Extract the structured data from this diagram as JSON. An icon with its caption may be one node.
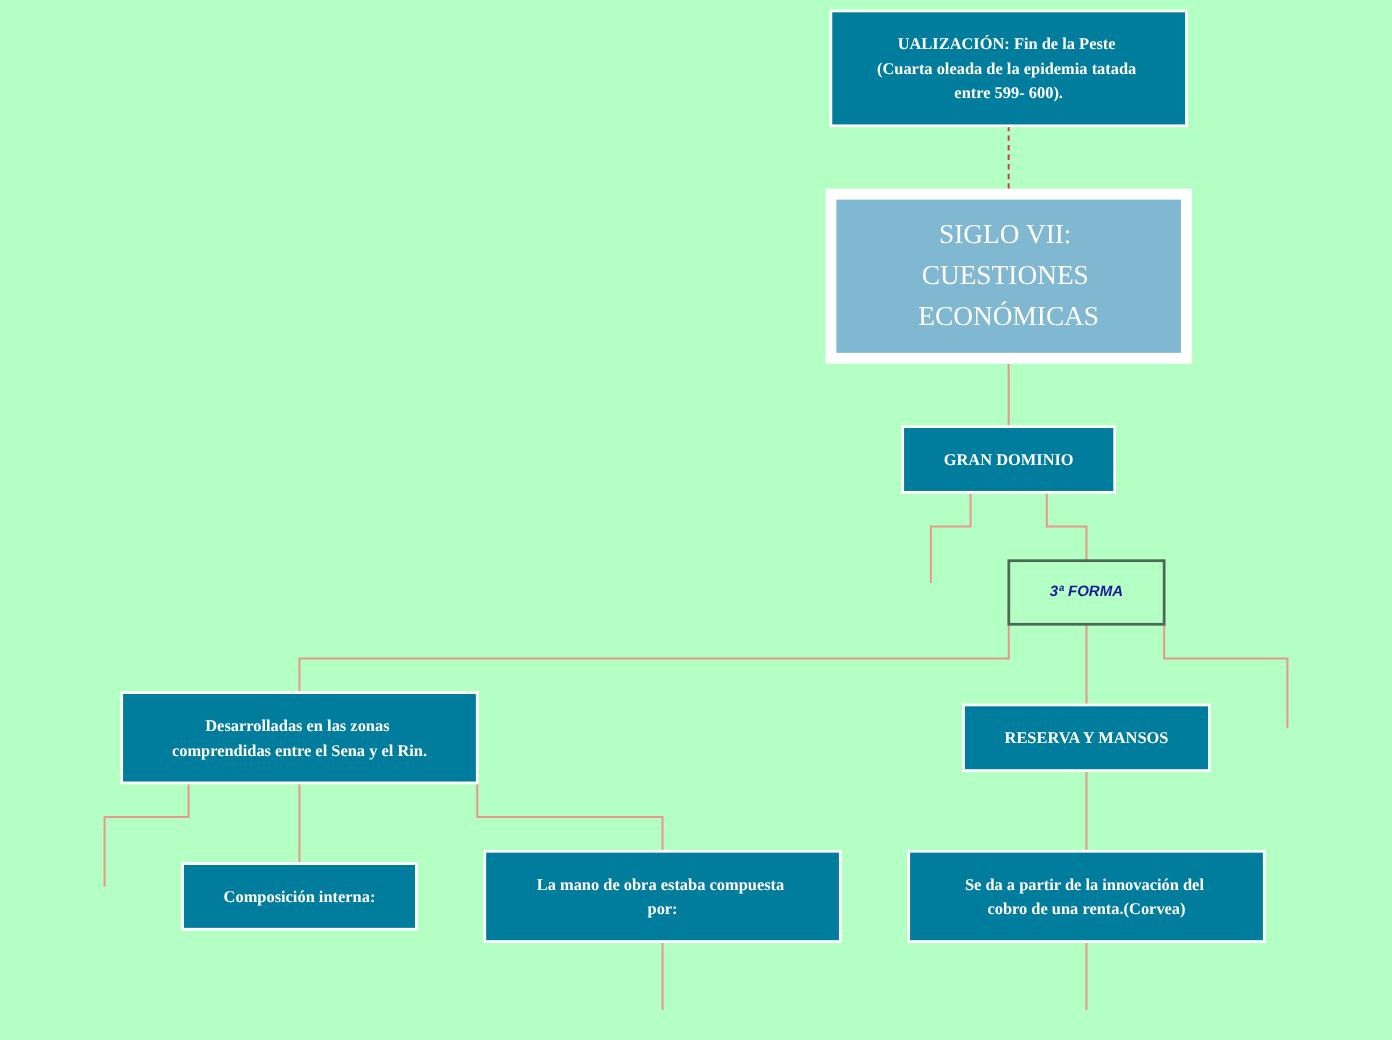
{
  "diagram": {
    "nodes": [
      {
        "text": [
          "SIGLO VII: CUESTIONES ECONÓMICAS"
        ]
      },
      {
        "text": [
          "UALIZACIÓN: Fin de la Peste (Cuarta oleada de la epidemia tatada entre 599- 600)."
        ]
      },
      {
        "text": [
          "GRAN DOMINIO"
        ]
      },
      {
        "text": [
          "3ª FORMA"
        ]
      },
      {
        "text": [
          "Desarrolladas en las zonas comprendidas entre el Sena y el Rin."
        ]
      },
      {
        "text": [
          "RESERVA Y MANSOS"
        ]
      },
      {
        "text": [
          "Se da a partir de la innovación del cobro de una renta.(Corvea)"
        ]
      },
      {
        "text": [
          "Composición interna:"
        ]
      },
      {
        "text": [
          "La mano de obra estaba compuesta por:"
        ]
      }
    ],
    "edges": [
      {
        "from": 1,
        "to": 0,
        "arrow": "none",
        "style": "dashed",
        "color": "#cc4444"
      },
      {
        "from": 0,
        "to": 2,
        "arrow": "none"
      },
      {
        "from": 2,
        "to": null,
        "arrow": "none"
      },
      {
        "from": 2,
        "to": 3,
        "arrow": "none"
      },
      {
        "from": 3,
        "to": 4,
        "arrow": "none"
      },
      {
        "from": 3,
        "to": 5,
        "arrow": "none"
      },
      {
        "from": 3,
        "to": null,
        "arrow": "none"
      },
      {
        "from": 4,
        "to": null,
        "arrow": "none"
      },
      {
        "from": 4,
        "to": 7,
        "arrow": "none"
      },
      {
        "from": 4,
        "to": 8,
        "arrow": "none"
      },
      {
        "from": 5,
        "to": 6,
        "arrow": "none"
      },
      {
        "from": 6,
        "to": null,
        "arrow": "none"
      },
      {
        "from": 8,
        "to": null,
        "arrow": "none"
      }
    ]
  }
}
